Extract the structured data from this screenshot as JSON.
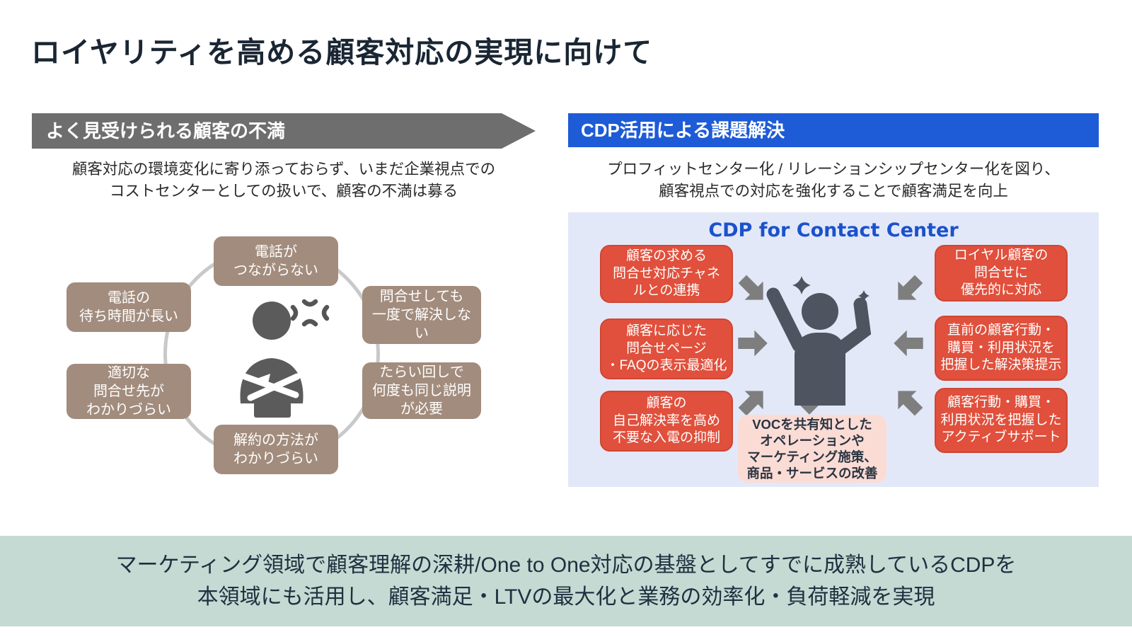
{
  "title": "ロイヤリティを高める顧客対応の実現に向けて",
  "colors": {
    "banner_gray": "#6e6e6e",
    "banner_blue": "#1e5bd6",
    "panel_bg": "#e3e8f8",
    "red_box": "#e0503c",
    "brown_box": "#a28c7d",
    "pink_box": "#fbdcd5",
    "green_band": "#c5dad3",
    "title_blue": "#1b52cc"
  },
  "left": {
    "banner": "よく見受けられる顧客の不満",
    "desc": "顧客対応の環境変化に寄り添っておらず、いまだ企業視点での\nコストセンターとしての扱いで、顧客の不満は募る",
    "complaints": [
      "電話が\nつながらない",
      "問合せしても\n一度で解決しな\nい",
      "たらい回しで\n何度も同じ説明\nが必要",
      "解約の方法が\nわかりづらい",
      "適切な\n問合せ先が\nわかりづらい",
      "電話の\n待ち時間が長い"
    ],
    "center_icon": "angry-customer"
  },
  "right": {
    "banner": "CDP活用による課題解決",
    "desc": "プロフィットセンター化 / リレーションシップセンター化を図り、\n顧客視点での対応を強化することで顧客満足を向上",
    "panel_title": "CDP for Contact Center",
    "left_boxes": [
      "顧客の求める\n問合せ対応チャネ\nルとの連携",
      "顧客に応じた\n問合せページ\n・FAQの表示最適化",
      "顧客の\n自己解決率を高め\n不要な入電の抑制"
    ],
    "right_boxes": [
      "ロイヤル顧客の\n問合せに\n優先的に対応",
      "直前の顧客行動・\n購買・利用状況を\n把握した解決策提示",
      "顧客行動・購買・\n利用状況を把握した\nアクティブサポート"
    ],
    "voc_box": "VOCを共有知とした\nオペレーションや\nマーケティング施策、\n商品・サービスの改善",
    "center_icon": "happy-customer"
  },
  "footer": {
    "text": "マーケティング領域で顧客理解の深耕/One to One対応の基盤としてすでに成熟しているCDPを\n本領域にも活用し、顧客満足・LTVの最大化と業務の効率化・負荷軽減を実現"
  }
}
